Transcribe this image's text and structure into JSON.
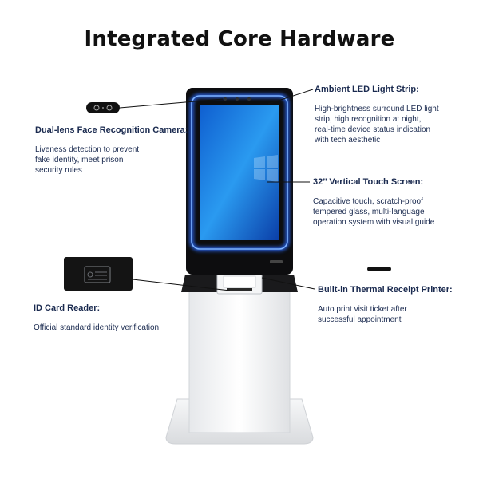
{
  "title": "Integrated Core Hardware",
  "features": {
    "camera": {
      "title": "Dual-lens Face Recognition Camera:",
      "desc_lines": [
        "Liveness detection to prevent",
        "fake identity, meet prison",
        "security rules"
      ],
      "icon": "camera-icon"
    },
    "led": {
      "title": "Ambient LED Light Strip:",
      "desc_lines": [
        "High-brightness surround LED light",
        "strip, high recognition at night,",
        "real-time device status indication",
        "with tech aesthetic"
      ]
    },
    "screen": {
      "title": "32’’ Vertical Touch Screen:",
      "desc_lines": [
        "Capacitive touch, scratch-proof",
        "tempered glass, multi-language",
        "operation system with visual guide"
      ]
    },
    "idcard": {
      "title": "ID Card Reader:",
      "desc_lines": [
        "Official standard identity verification"
      ],
      "icon": "id-card-icon"
    },
    "printer": {
      "title": "Built-in Thermal Receipt Printer:",
      "desc_lines": [
        "Auto print visit ticket after",
        "successful appointment"
      ],
      "icon": "printer-slot-icon"
    }
  },
  "colors": {
    "text": "#1a2a4f",
    "led_glow": "#2b6cff",
    "screen": "#1c7fe0",
    "body": "#f2f3f5",
    "bezel": "#0d0d0f"
  }
}
